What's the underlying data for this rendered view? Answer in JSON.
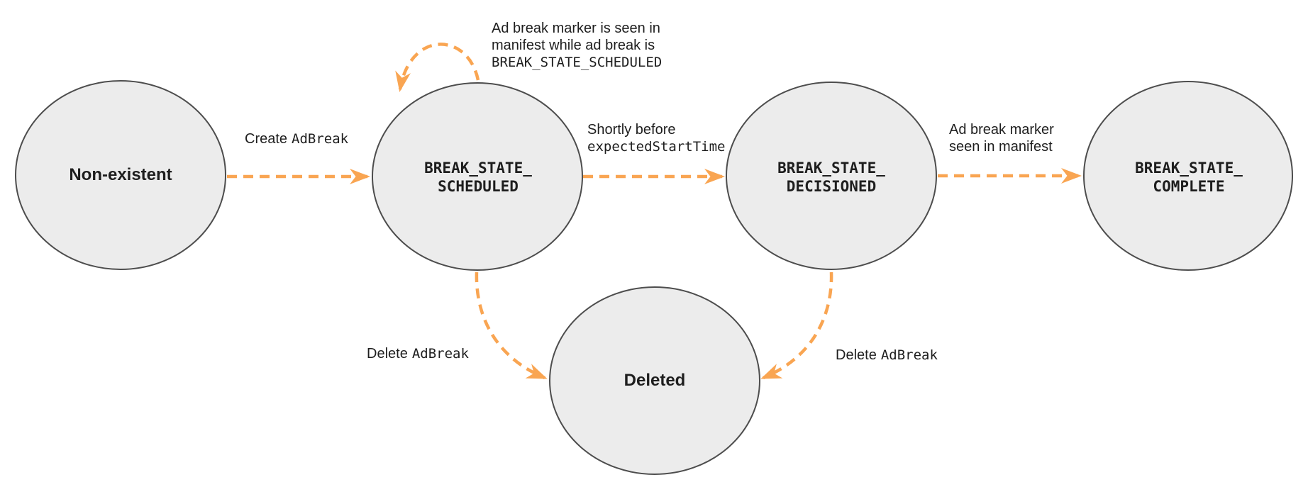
{
  "colors": {
    "accent": "#F9A552",
    "state_fill": "#ECECEC",
    "state_stroke": "#4D4D4D",
    "text": "#1E1E1E",
    "background": "#FFFFFF"
  },
  "states": {
    "non_existent": {
      "label": "Non-existent"
    },
    "scheduled": {
      "line1": "BREAK_STATE_",
      "line2": "SCHEDULED"
    },
    "decisioned": {
      "line1": "BREAK_STATE_",
      "line2": "DECISIONED"
    },
    "complete": {
      "line1": "BREAK_STATE_",
      "line2": "COMPLETE"
    },
    "deleted": {
      "label": "Deleted"
    }
  },
  "transitions": {
    "create": {
      "plain": "Create",
      "code": "AdBreak"
    },
    "seen_while_scheduled": {
      "line1": "Ad break marker is seen in",
      "line2": "manifest while ad break is",
      "code_line": "BREAK_STATE_SCHEDULED"
    },
    "shortly_before": {
      "plain": "Shortly before",
      "code": "expectedStartTime"
    },
    "marker_seen": {
      "line1": "Ad break marker",
      "line2": "seen in manifest"
    },
    "delete_from_scheduled": {
      "plain": "Delete",
      "code": "AdBreak"
    },
    "delete_from_decisioned": {
      "plain": "Delete",
      "code": "AdBreak"
    }
  }
}
